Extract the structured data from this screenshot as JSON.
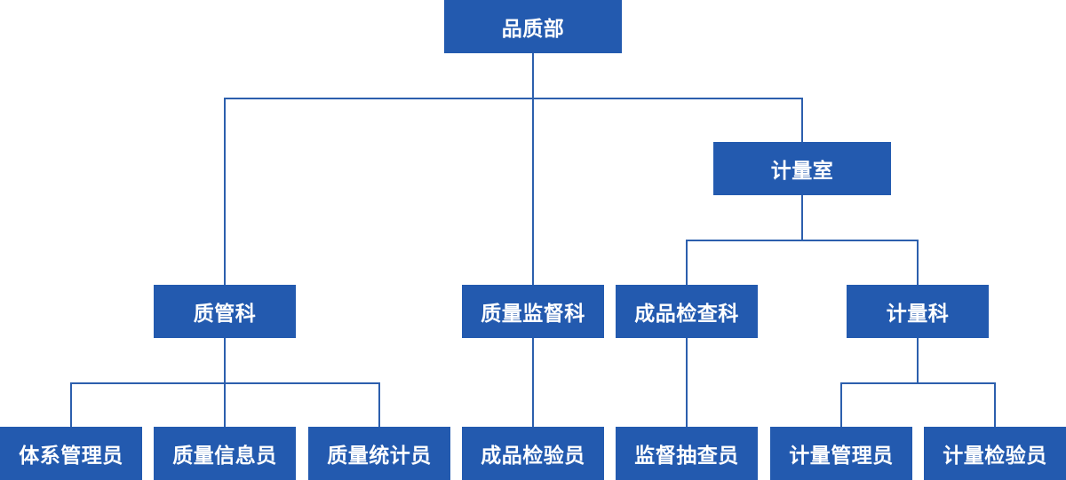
{
  "colors": {
    "box": "#235AAF",
    "line": "#2C5FAD",
    "text": "#FFFFFF"
  },
  "org_chart": {
    "root": "品质部",
    "quality_management": {
      "label": "质管科",
      "roles": [
        "体系管理员",
        "质量信息员",
        "质量统计员"
      ]
    },
    "quality_supervision": {
      "label": "质量监督科",
      "roles": [
        "成品检验员"
      ]
    },
    "metrology_office": {
      "label": "计量室",
      "sections": [
        {
          "label": "成品检查科",
          "roles": [
            "监督抽查员"
          ]
        },
        {
          "label": "计量科",
          "roles": [
            "计量管理员",
            "计量检验员"
          ]
        }
      ]
    }
  }
}
